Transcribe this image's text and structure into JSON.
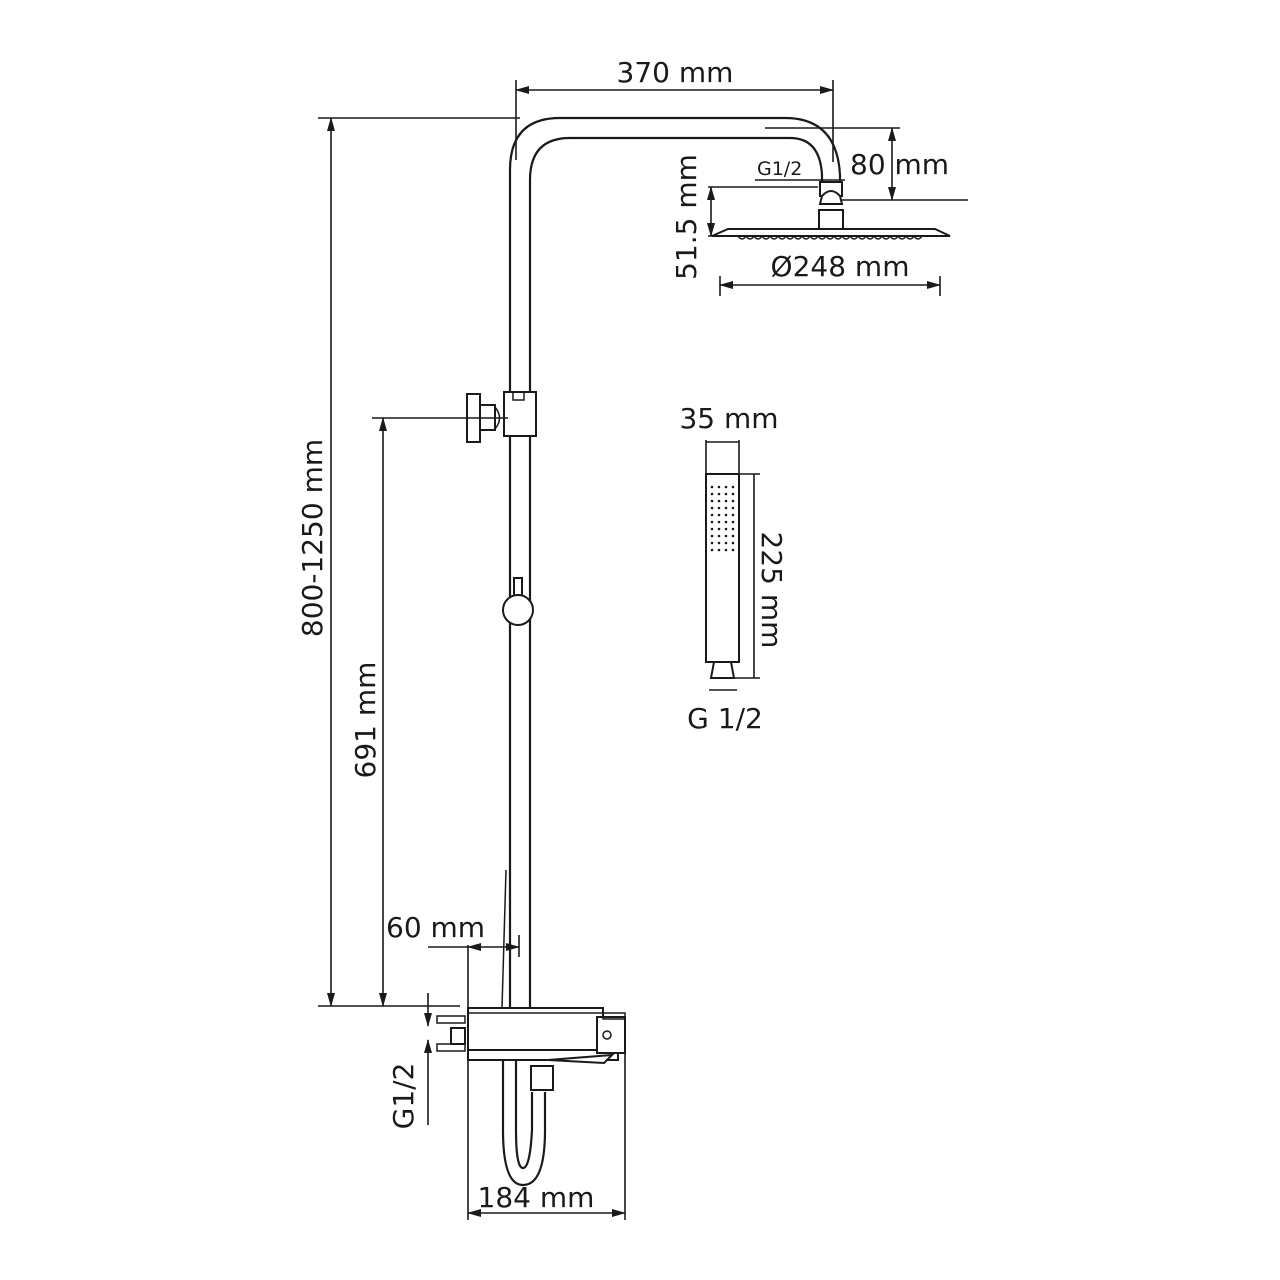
{
  "drawing": {
    "title": "Shower system dimension drawing",
    "line_color": "#1a1a1a",
    "background": "#ffffff",
    "dimensions": {
      "arm_reach": "370 mm",
      "arm_drop": "80 mm",
      "head_connection": "G1/2",
      "head_height": "51.5 mm",
      "head_diameter": "Ø248 mm",
      "total_height": "800-1250 mm",
      "holder_height": "691 mm",
      "pipe_offset": "60 mm",
      "inlet_connection": "G1/2",
      "mixer_width": "184 mm",
      "handshower_width": "35 mm",
      "handshower_length": "225 mm",
      "handshower_connection": "G 1/2"
    }
  }
}
